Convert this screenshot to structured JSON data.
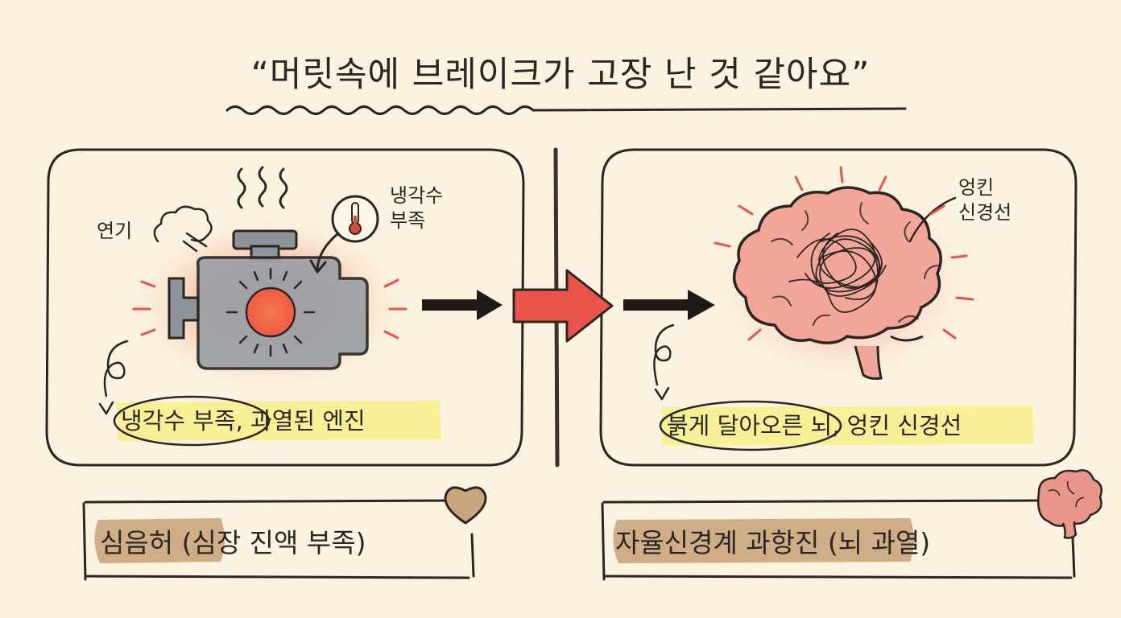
{
  "title": "“머릿속에 브레이크가 고장 난 것 같아요”",
  "left_panel": {
    "label_smoke": "연기",
    "label_coolant": [
      "냉각수",
      "부족"
    ],
    "caption": "냉각수 부족, 과열된 엔진",
    "icons": [
      "engine-icon",
      "steam-icon",
      "smoke-icon",
      "thermometer-icon"
    ]
  },
  "right_panel": {
    "label_nerves": [
      "엉킨",
      "신경선"
    ],
    "caption": "붉게 달아오른 뇌, 엉킨 신경선",
    "icons": [
      "brain-icon",
      "tangled-nerves-icon"
    ]
  },
  "bottom_left": {
    "term": "심음허",
    "note": " (심장 진액 부족)",
    "icon": "heart-icon"
  },
  "bottom_right": {
    "term": "자율신경계 과항진",
    "note": " (뇌 과열)",
    "icon": "brain-icon"
  },
  "colors": {
    "background": "#fbf3df",
    "ink": "#2b2622",
    "heat": "#e8534a",
    "highlight_yellow": "#f7ef8a",
    "highlight_brown": "#c9a57d",
    "engine_gray": "#9aa0a6"
  }
}
